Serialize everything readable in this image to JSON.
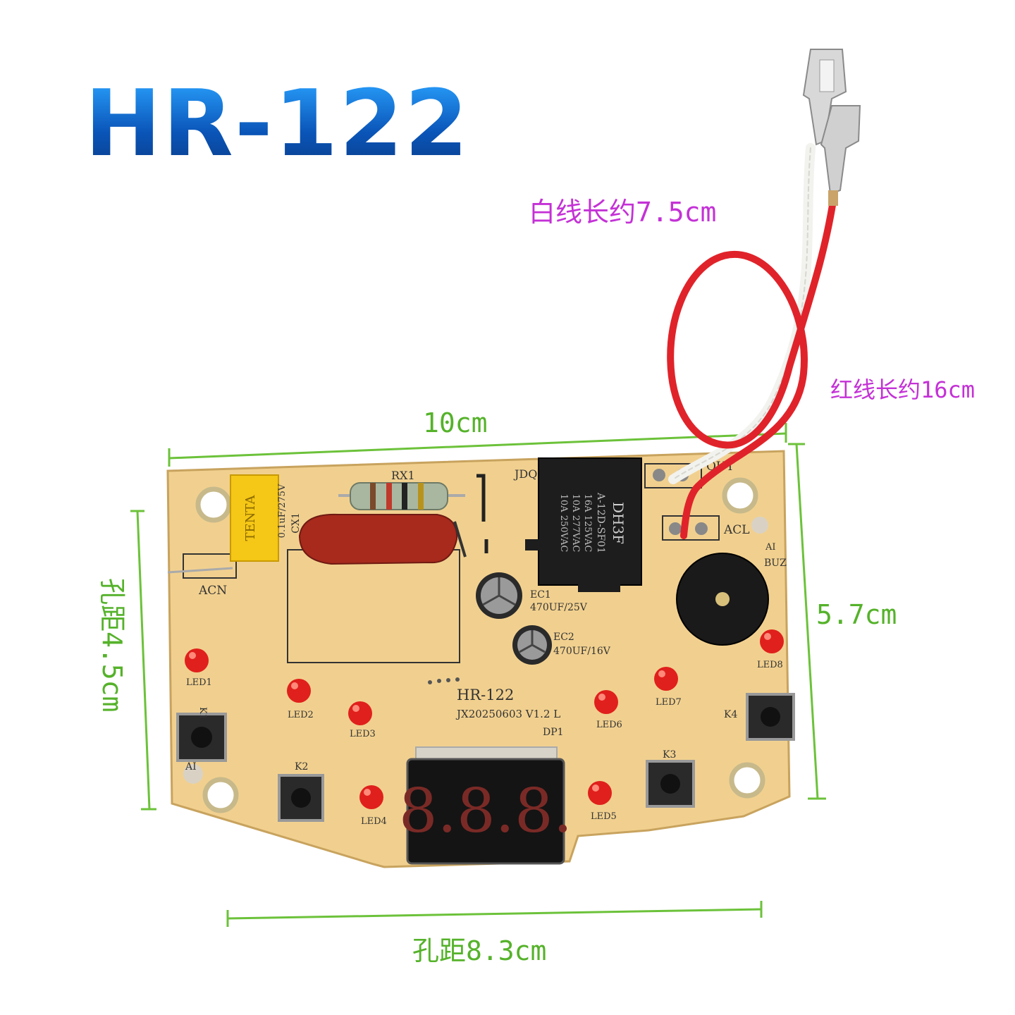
{
  "title": "HR-122",
  "labels": {
    "white_wire": "白线长约7.5cm",
    "red_wire": "红线长约16cm",
    "width": "10cm",
    "height": "5.7cm",
    "hole_left": "孔距4.5cm",
    "hole_bottom": "孔距8.3cm"
  },
  "pcb": {
    "model": "HR-122",
    "code": "JX20250603  V1.2  L",
    "silk": {
      "rx1": "RX1",
      "jdq": "JDQ",
      "out": "OUT",
      "acl": "ACL",
      "ai": "AI",
      "buz": "BUZ",
      "acn": "ACN",
      "cx1": "CX1",
      "cap_rating": "0.1uF/275V",
      "tenta": "TENTA",
      "ec1": "EC1",
      "ec1_val": "470UF/25V",
      "ec2": "EC2",
      "ec2_val": "470UF/16V",
      "dp1": "DP1",
      "k1": "K1",
      "k2": "K2",
      "k3": "K3",
      "k4": "K4",
      "ai2": "AI",
      "led1": "LED1",
      "led2": "LED2",
      "led3": "LED3",
      "led4": "LED4",
      "led5": "LED5",
      "led6": "LED6",
      "led7": "LED7",
      "led8": "LED8"
    },
    "relay": {
      "brand": "DH3F",
      "lines": [
        "A-12D-SF01",
        "16A 125VAC",
        "10A 277VAC",
        "10A 250VAC"
      ]
    },
    "display_digits": "8.8.8."
  },
  "colors": {
    "title_blue": "#1d6fd0",
    "label_magenta": "#c431d6",
    "label_green": "#55b22a",
    "pcb": "#f1d08f",
    "led_red": "#e0201c",
    "wire_red": "#e0232a"
  }
}
